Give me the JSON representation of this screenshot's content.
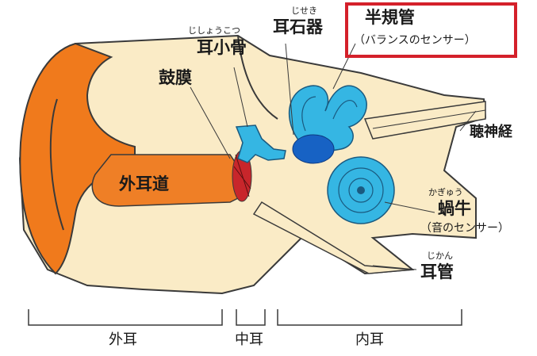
{
  "labels": {
    "semicircular": {
      "name": "半規管",
      "sub": "（バランスのセンサー）"
    },
    "otolith": {
      "ruby": "じせき",
      "name": "耳石器"
    },
    "ossicles": {
      "ruby": "じしょうこつ",
      "name": "耳小骨"
    },
    "eardrum": {
      "name": "鼓膜"
    },
    "ear_canal": {
      "name": "外耳道"
    },
    "auditory_nerve": {
      "name": "聴神経"
    },
    "cochlea": {
      "ruby": "かぎゅう",
      "name": "蝸牛",
      "sub": "（音のセンサー）"
    },
    "eustachian": {
      "ruby": "じかん",
      "name": "耳管"
    }
  },
  "sections": {
    "outer": "外耳",
    "middle": "中耳",
    "inner": "内耳"
  },
  "colors": {
    "skin": "#faebc6",
    "outline": "#3a3a3a",
    "auricle": "#f07a1c",
    "canal": "#ef7f26",
    "eardrum": "#c8262b",
    "labyrinth": "#35b6e3",
    "otolith": "#1762c4",
    "highlight": "#d4202a"
  }
}
